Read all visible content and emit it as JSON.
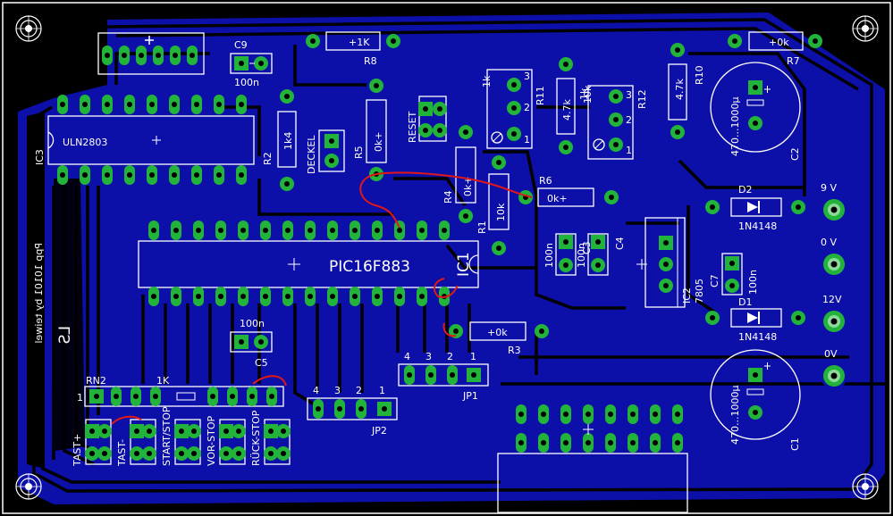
{
  "colors": {
    "background": "#000000",
    "copper": "#0c10a8",
    "trace_edge": "#000000",
    "pad": "#22b33a",
    "silkscreen": "#ffffff",
    "airwire": "#e01818"
  },
  "board": {
    "mirrored_text": "Ppp 10101 by teiwel",
    "mirrored_id": "LS"
  },
  "components": {
    "ic_main": {
      "name": "IC1",
      "value": "PIC16F883"
    },
    "ic_driver": {
      "name": "IC3",
      "value": "ULN2803"
    },
    "ic_reg": {
      "name": "IC2",
      "value": "7805"
    },
    "c1": {
      "name": "C1",
      "value": "470...1000µ"
    },
    "c2": {
      "name": "C2",
      "value": "470...1000µ"
    },
    "c3": {
      "name": "C3",
      "value": "100n"
    },
    "c4": {
      "name": "C4",
      "value": "100n"
    },
    "c5": {
      "name": "C5",
      "value": "100n"
    },
    "c7": {
      "name": "C7",
      "value": "100n"
    },
    "c9": {
      "name": "C9",
      "value": "100n"
    },
    "r1": {
      "name": "R1",
      "value": "10k"
    },
    "r2": {
      "name": "R2",
      "value": "1k4"
    },
    "r3": {
      "name": "R3",
      "value": "+0k"
    },
    "r4": {
      "name": "R4",
      "value": "0k+"
    },
    "r5": {
      "name": "R5",
      "value": "0k+"
    },
    "r6": {
      "name": "R6",
      "value": "0k+"
    },
    "r7": {
      "name": "R7",
      "value": "+0k"
    },
    "r8": {
      "name": "R8",
      "value": "+1K"
    },
    "r10": {
      "name": "R10",
      "value": "4.7k"
    },
    "r11": {
      "name": "R11",
      "value": "4.7k"
    },
    "r12": {
      "name": "R12",
      "value": "1k"
    },
    "d1": {
      "name": "D1",
      "value": "1N4148"
    },
    "d2": {
      "name": "D2",
      "value": "1N4148"
    },
    "rn2": {
      "name": "RN2",
      "value": "1K"
    },
    "jp1": {
      "name": "JP1",
      "pins": [
        "4",
        "3",
        "2",
        "1"
      ]
    },
    "jp2": {
      "name": "JP2",
      "pins": [
        "4",
        "3",
        "2",
        "1"
      ]
    },
    "trim_pins": [
      "1",
      "2",
      "3"
    ],
    "trim_left_value": "1k",
    "trim_right_value": "10k"
  },
  "buttons": [
    "TAST+",
    "TAST-",
    "START/STOP",
    "VOR-STOP",
    "RÜCK-STOP"
  ],
  "switch_labels": {
    "reset": "RESET",
    "deckel": "DECKEL"
  },
  "power_terminals": [
    "9 V",
    "0 V",
    "12V",
    "0V"
  ],
  "pin_one_markers": {
    "rn2": "1"
  }
}
